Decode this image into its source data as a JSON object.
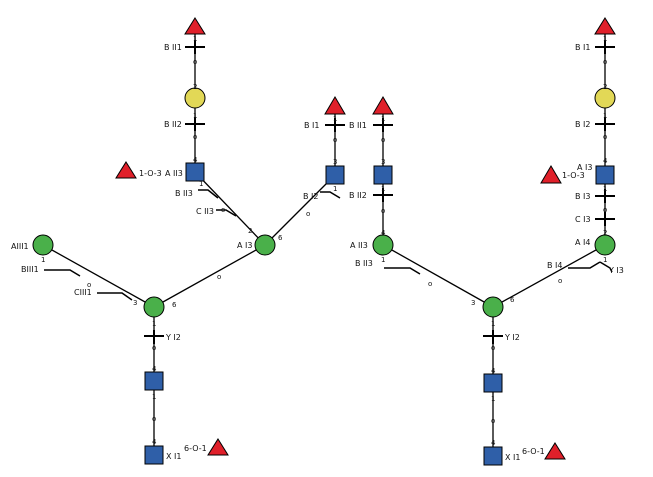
{
  "colors": {
    "fucose": "#e0202a",
    "galactose": "#e2d856",
    "glcnac": "#2f5fa8",
    "mannose": "#4ab04a",
    "outline": "#000000"
  },
  "symbols": {
    "t1": {
      "shape": "triangle",
      "color": "fucose"
    },
    "y1": {
      "shape": "circle",
      "color": "galactose"
    },
    "s1": {
      "shape": "square",
      "color": "glcnac"
    },
    "t2": {
      "shape": "triangle",
      "color": "fucose"
    },
    "t3": {
      "shape": "triangle",
      "color": "fucose"
    },
    "s2": {
      "shape": "square",
      "color": "glcnac"
    },
    "t4": {
      "shape": "triangle",
      "color": "fucose"
    },
    "s3": {
      "shape": "square",
      "color": "glcnac"
    },
    "g1": {
      "shape": "circle",
      "color": "mannose"
    },
    "g2": {
      "shape": "circle",
      "color": "mannose"
    },
    "g3": {
      "shape": "circle",
      "color": "mannose"
    },
    "s4": {
      "shape": "square",
      "color": "glcnac"
    },
    "s5": {
      "shape": "square",
      "color": "glcnac"
    },
    "t5": {
      "shape": "triangle",
      "color": "fucose"
    },
    "t6": {
      "shape": "triangle",
      "color": "fucose"
    },
    "y2": {
      "shape": "circle",
      "color": "galactose"
    },
    "t7": {
      "shape": "triangle",
      "color": "fucose"
    },
    "s6": {
      "shape": "square",
      "color": "glcnac"
    },
    "g4": {
      "shape": "circle",
      "color": "mannose"
    },
    "g5": {
      "shape": "circle",
      "color": "mannose"
    },
    "g6": {
      "shape": "circle",
      "color": "mannose"
    },
    "s7": {
      "shape": "square",
      "color": "glcnac"
    },
    "s8": {
      "shape": "square",
      "color": "glcnac"
    },
    "t8": {
      "shape": "triangle",
      "color": "fucose"
    }
  },
  "labels": {
    "bii1_a": "B II1",
    "bii2_a": "B II2",
    "aii3_a": "A II3",
    "bii3_a": "B II3",
    "cii3_a": "C II3",
    "aiii1": "AIII1",
    "biii1": "BIII1",
    "ciii1": "CIII1",
    "ai3_a": "A I3",
    "bi2_a": "B I2",
    "bi1_a": "B I1",
    "bii1_b": "B II1",
    "bii2_b": "B II2",
    "aii3_b": "A II3",
    "bii3_b": "B II3",
    "bi1_b": "B I1",
    "bi2_b": "B I2",
    "ai3_b": "A I3",
    "bi3_b": "B I3",
    "ci3_b": "C I3",
    "ai4_b": "A I4",
    "bi4_b": "B I4",
    "yi3_b": "Y I3",
    "yi2_a": "Y I2",
    "yi2_b": "Y I2",
    "xi1_a": "X I1",
    "xi1_b": "X I1",
    "fuc_o3_a": "1-O-3",
    "fuc_o3_b": "1-O-3",
    "fuc_o1_a": "6-O-1",
    "fuc_o1_b": "6-O-1"
  },
  "linkage": {
    "p1": "1",
    "p2": "2",
    "p3": "3",
    "p4": "4",
    "p6": "6",
    "o": "o"
  }
}
